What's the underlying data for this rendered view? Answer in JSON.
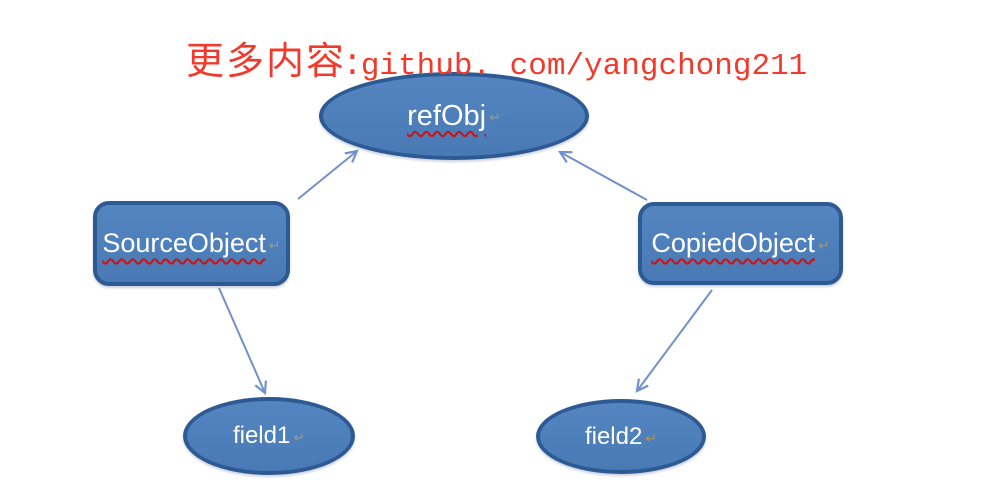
{
  "header": {
    "prefix": "更多内容:",
    "url": "github. com/yangchong211"
  },
  "diagram": {
    "type": "object-reference-diagram",
    "nodes": {
      "refObj": {
        "label": "refObj",
        "shape": "ellipse"
      },
      "sourceObject": {
        "label": "SourceObject",
        "shape": "rounded-rect"
      },
      "copiedObject": {
        "label": "CopiedObject",
        "shape": "rounded-rect"
      },
      "field1": {
        "label": "field1",
        "shape": "ellipse"
      },
      "field2": {
        "label": "field2",
        "shape": "ellipse"
      }
    },
    "edges": [
      {
        "from": "SourceObject",
        "to": "refObj"
      },
      {
        "from": "CopiedObject",
        "to": "refObj"
      },
      {
        "from": "SourceObject",
        "to": "field1"
      },
      {
        "from": "CopiedObject",
        "to": "field2"
      }
    ],
    "colors": {
      "node_fill": "#4f81bd",
      "node_border": "#2e5a94",
      "arrow": "#7191cb",
      "watermark_red": "#f23a2c",
      "spellcheck_underline": "#cc1111",
      "label_text": "#ffffff",
      "return_mark": "#ab9468"
    }
  },
  "marks": {
    "return_mark": "↵"
  }
}
